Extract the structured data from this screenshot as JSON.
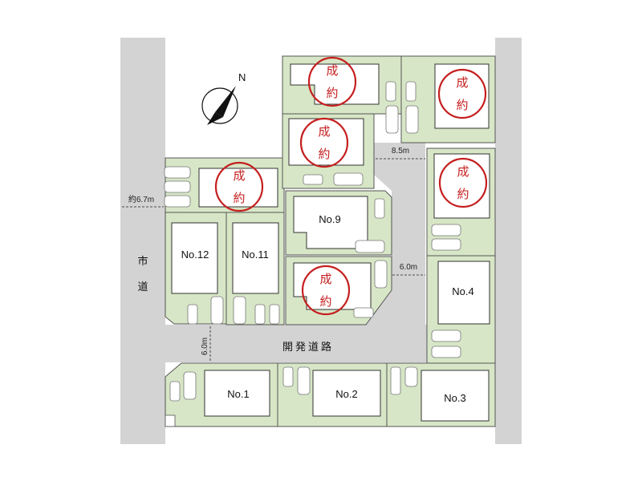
{
  "roads": {
    "city_road_label": "市道",
    "dev_road_label": "開発道路"
  },
  "compass_label": "N",
  "sold_label_top": "成",
  "sold_label_bottom": "約",
  "dimensions": {
    "city_road_width": "約6.7m",
    "dev_road_width_vertical": "6.0m",
    "dev_road_width_right": "6.0m",
    "dev_road_top_width": "8.5m"
  },
  "lots": {
    "no1": "No.1",
    "no2": "No.2",
    "no3": "No.3",
    "no4": "No.4",
    "no9": "No.9",
    "no11": "No.11",
    "no12": "No.12"
  },
  "colors": {
    "lot_fill": "#d7e6c6",
    "road_fill": "#d3d3d3",
    "sold_red": "#c51f1f"
  }
}
